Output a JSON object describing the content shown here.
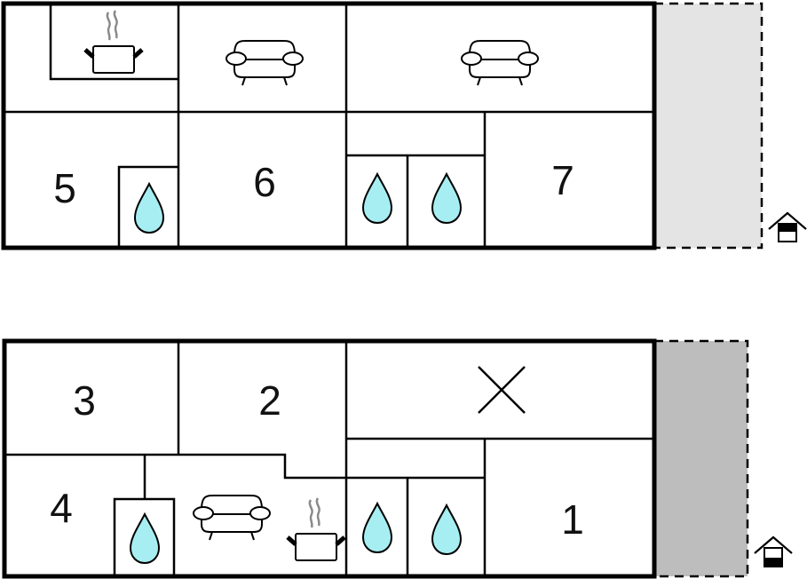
{
  "diagram": {
    "type": "floor-plan",
    "floors": [
      {
        "name": "upper-floor",
        "rooms": [
          {
            "id": "room-5",
            "label": "5"
          },
          {
            "id": "room-6",
            "label": "6"
          },
          {
            "id": "room-7",
            "label": "7"
          }
        ],
        "icons": [
          "kitchen-pot-icon",
          "sofa-icon",
          "sofa-icon",
          "water-drop-icon",
          "water-drop-icon",
          "water-drop-icon",
          "house-entrance-icon"
        ],
        "terrace": {
          "color": "#e4e4e4",
          "border": "dashed"
        }
      },
      {
        "name": "lower-floor",
        "rooms": [
          {
            "id": "room-1",
            "label": "1"
          },
          {
            "id": "room-2",
            "label": "2"
          },
          {
            "id": "room-3",
            "label": "3"
          },
          {
            "id": "room-4",
            "label": "4"
          }
        ],
        "icons": [
          "cross-mark-icon",
          "sofa-icon",
          "kitchen-pot-icon",
          "water-drop-icon",
          "water-drop-icon",
          "water-drop-icon",
          "house-entrance-icon"
        ],
        "terrace": {
          "color": "#bdbdbd",
          "border": "dashed"
        }
      }
    ],
    "colors": {
      "wall": "#000000",
      "water": "#a6eef2",
      "steam": "#8a8a8a",
      "terrace_upper": "#e4e4e4",
      "terrace_lower": "#bdbdbd"
    }
  },
  "labels": {
    "r1": "1",
    "r2": "2",
    "r3": "3",
    "r4": "4",
    "r5": "5",
    "r6": "6",
    "r7": "7"
  }
}
